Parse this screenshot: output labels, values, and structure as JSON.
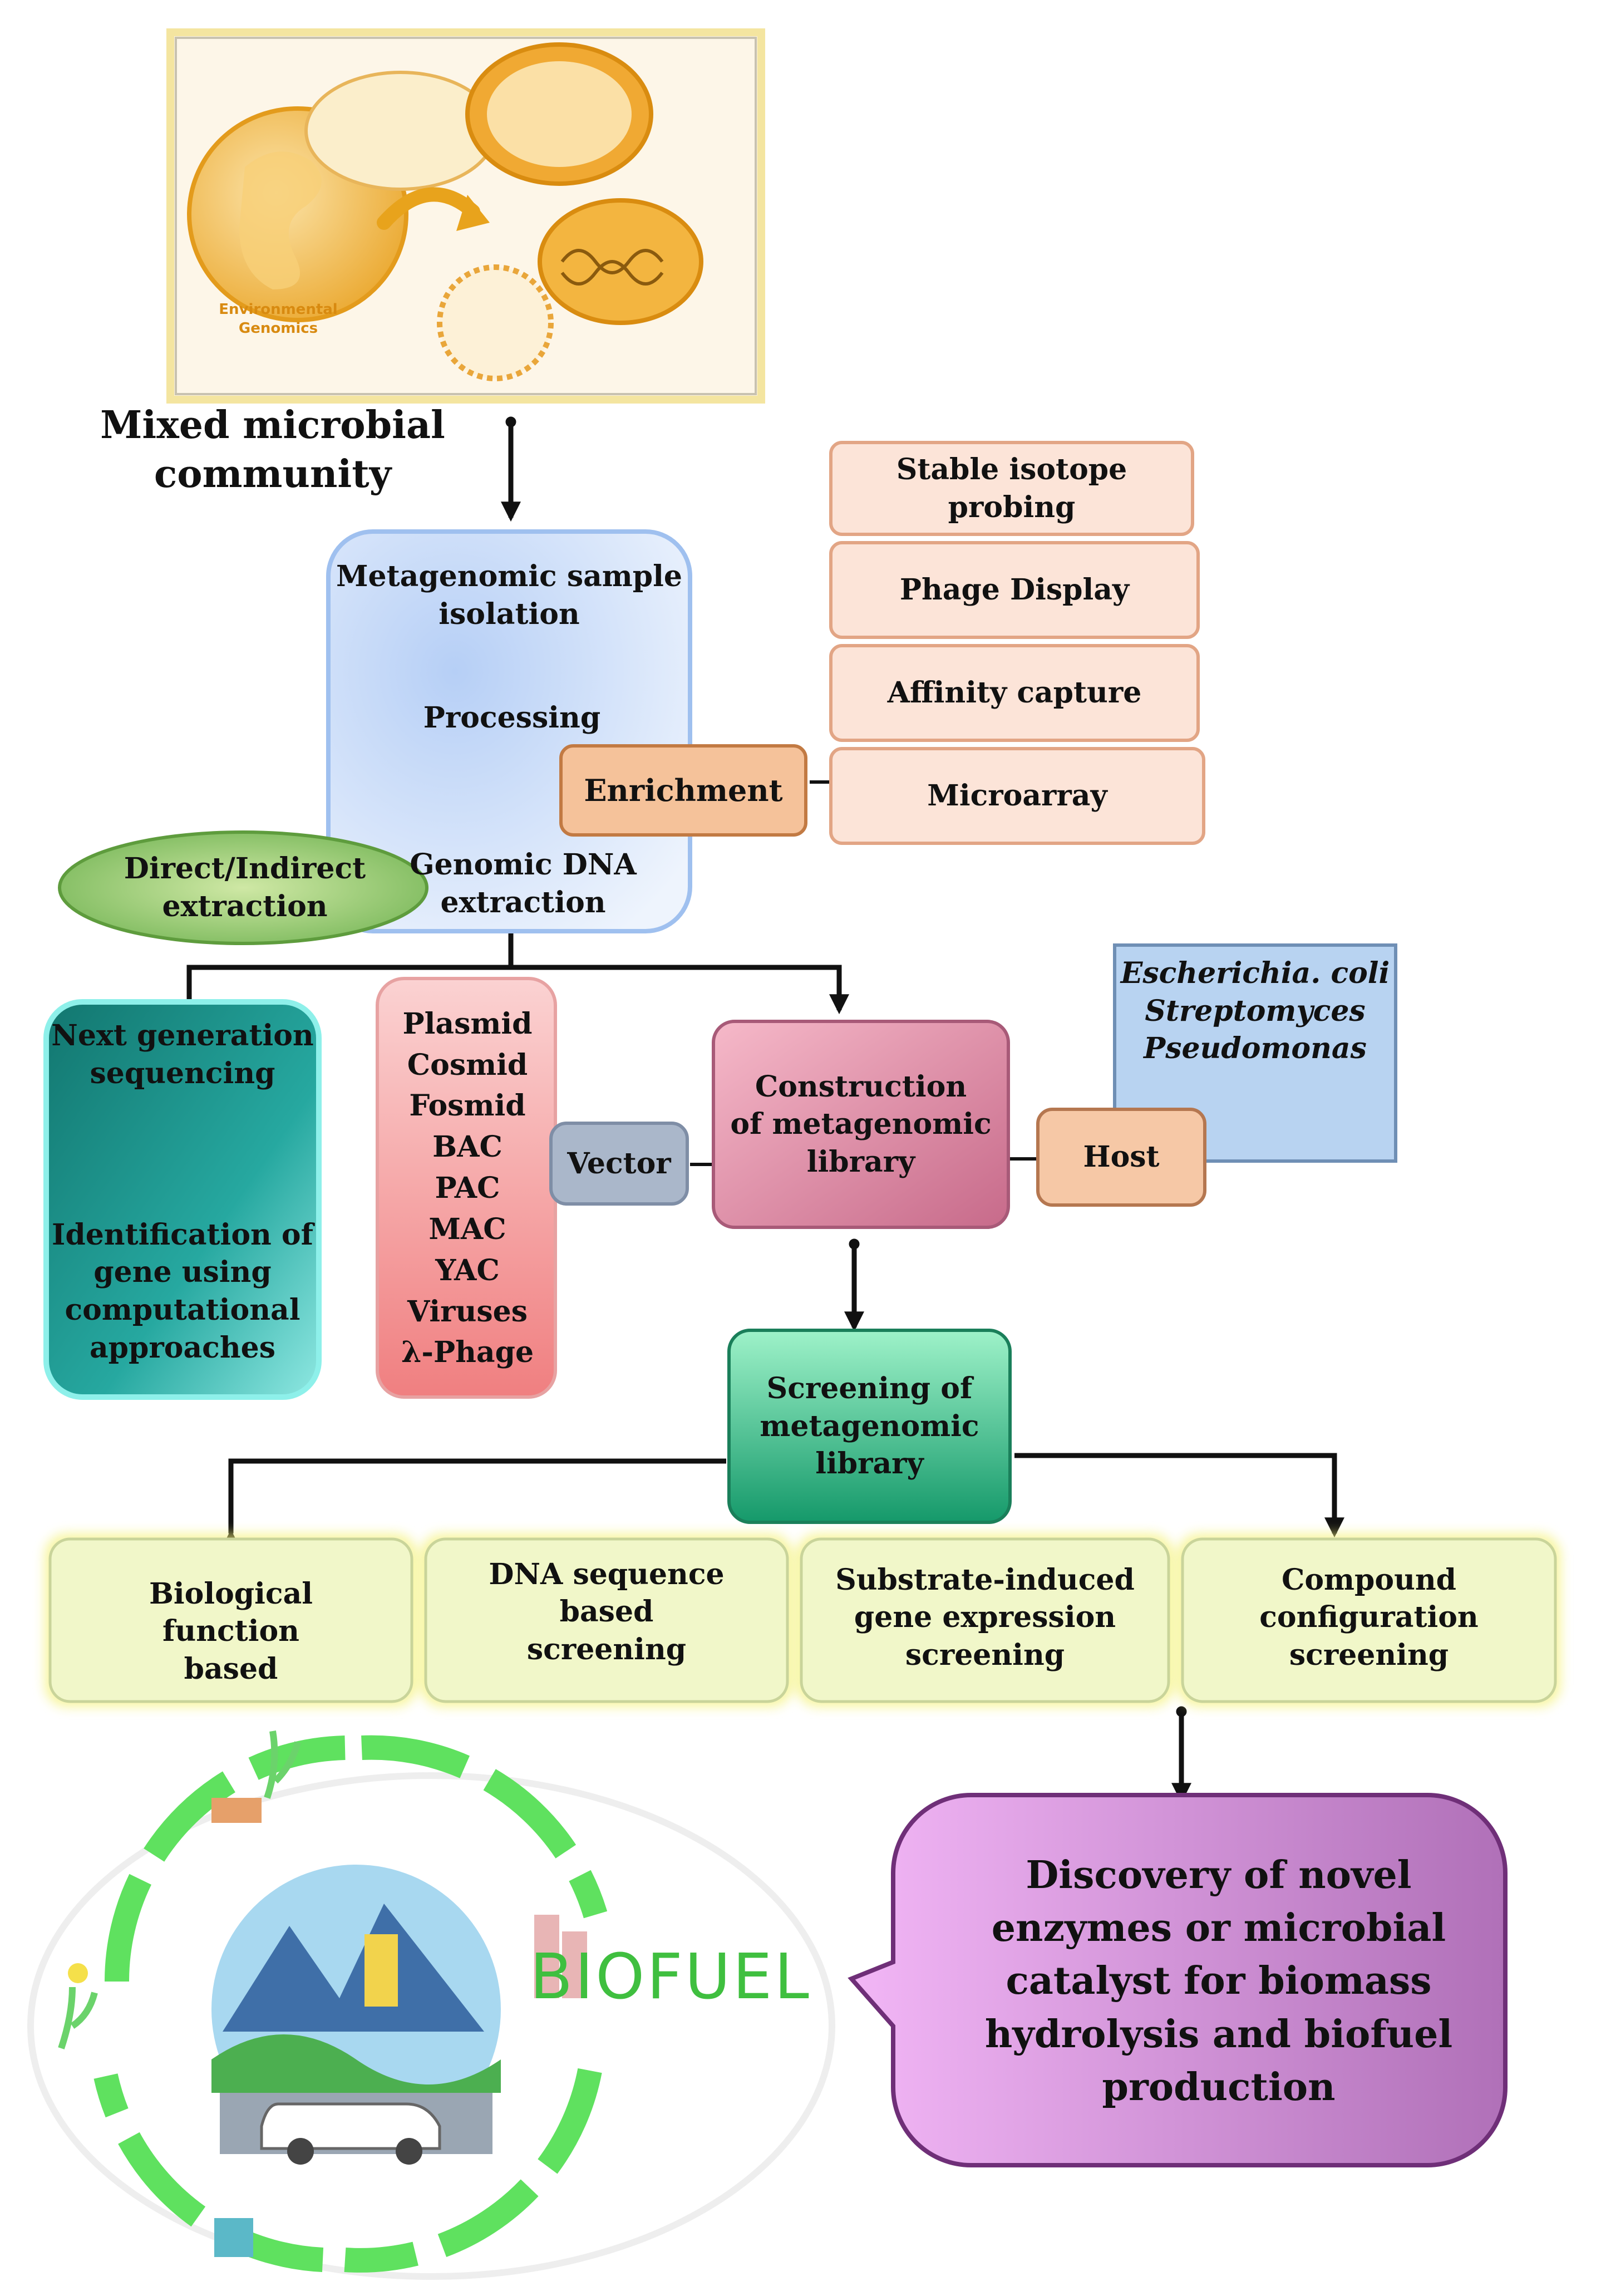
{
  "image_labels": {
    "environmental": "Environmental",
    "genomics": "Genomics",
    "biofuel": "BIOFUEL"
  },
  "community": [
    "Mixed microbial",
    "community"
  ],
  "sample_box": {
    "isolation": [
      "Metagenomic sample",
      "isolation"
    ],
    "processing": "Processing",
    "extraction": [
      "Genomic DNA",
      "extraction"
    ]
  },
  "direct_indirect": [
    "Direct/Indirect",
    "extraction"
  ],
  "enrichment": "Enrichment",
  "enrichment_methods": [
    "Stable isotope probing",
    "Phage Display",
    "Affinity capture",
    "Microarray"
  ],
  "ngs": {
    "top": [
      "Next generation",
      "sequencing"
    ],
    "bottom": [
      "Identification of",
      "gene using",
      "computational",
      "approaches"
    ]
  },
  "vectors": [
    "Plasmid",
    "Cosmid",
    "Fosmid",
    "BAC",
    "PAC",
    "MAC",
    "YAC",
    "Viruses",
    "λ-Phage"
  ],
  "vector_label": "Vector",
  "construction": [
    "Construction",
    "of metagenomic",
    "library"
  ],
  "host_label": "Host",
  "hosts": [
    "Escherichia. coli",
    "Streptomyces",
    "Pseudomonas"
  ],
  "screening": [
    "Screening of",
    "metagenomic",
    "library"
  ],
  "screening_methods": [
    [
      "Biological",
      "function",
      "based"
    ],
    [
      "DNA sequence",
      "based",
      "screening"
    ],
    [
      "Substrate-induced",
      "gene expression",
      "screening"
    ],
    [
      "Compound",
      "configuration",
      "screening"
    ]
  ],
  "discovery": [
    "Discovery of novel",
    "enzymes or microbial",
    "catalyst for biomass",
    "hydrolysis and biofuel",
    "production"
  ],
  "colors": {
    "accent_orange": "#e8a31c",
    "biofuel_green": "#3fbf3f",
    "blue_box": "#cfe0f7",
    "teal_box": "#1fa39b",
    "red_box": "#f39a9a",
    "pink_box": "#e79ab4",
    "green_box": "#2bbf86",
    "yellow_box": "#f1f7c9",
    "peach_box": "#fbe3d6",
    "orange_box": "#f6c7a4",
    "violet_box": "#d98ce0",
    "host_blue": "#b7d3f0",
    "vector_gray": "#a9b6c9"
  }
}
